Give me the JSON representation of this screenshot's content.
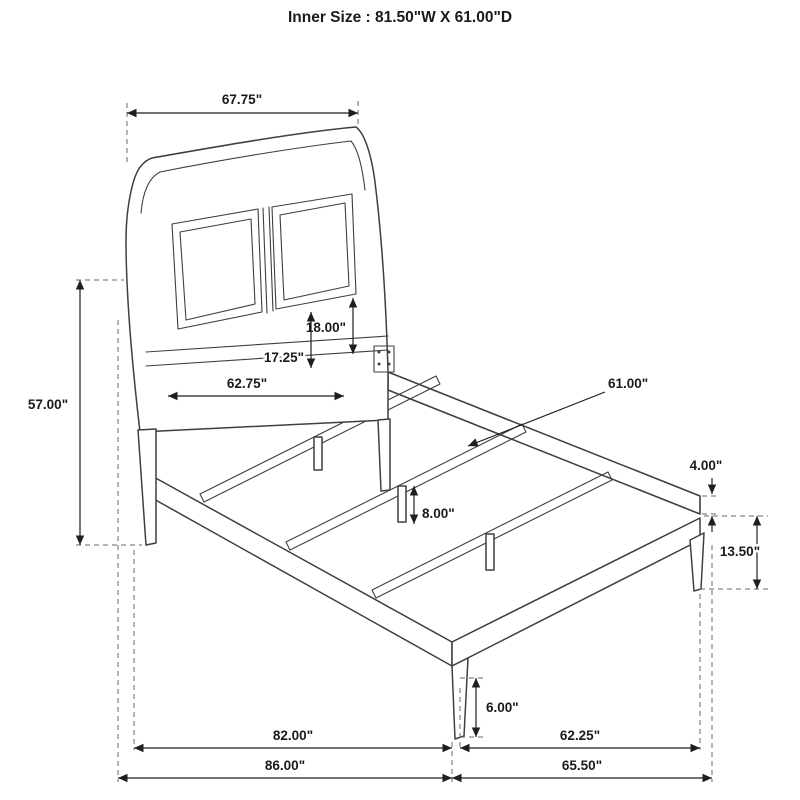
{
  "title": "Inner Size : 81.50\"W X 61.00\"D",
  "dims": {
    "top_width": "67.75\"",
    "headboard_height": "57.00\"",
    "panel_height": "18.00\"",
    "panel_inner_height": "17.25\"",
    "headboard_width": "62.75\"",
    "inner_depth": "61.00\"",
    "rail_thickness": "4.00\"",
    "center_leg_height": "8.00\"",
    "footboard_height": "13.50\"",
    "front_leg_height": "6.00\"",
    "inner_length": "82.00\"",
    "footboard_inner_width": "62.25\"",
    "overall_length": "86.00\"",
    "overall_width": "65.50\""
  },
  "colors": {
    "background": "#ffffff",
    "structure": "#3f3f3f",
    "dimension": "#1f1f1f",
    "text": "#1a1a1a"
  }
}
